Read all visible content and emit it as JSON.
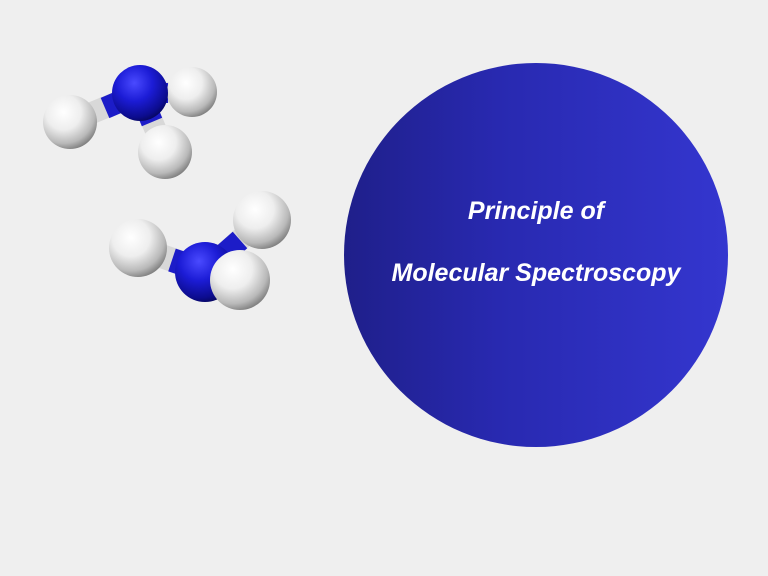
{
  "slide": {
    "background_color": "#efefef",
    "title": {
      "line1": "Principle of",
      "line2": "Molecular Spectroscopy",
      "text_color": "#ffffff"
    },
    "circle": {
      "gradient_start": "#1f1f8a",
      "gradient_end": "#3436cf"
    },
    "illustrations": [
      {
        "name": "ammonia-molecule-1",
        "atoms": [
          "N",
          "H",
          "H",
          "H"
        ]
      },
      {
        "name": "ammonia-molecule-2",
        "atoms": [
          "N",
          "H",
          "H",
          "H"
        ]
      }
    ],
    "atom_colors": {
      "nitrogen": "#1a1ad0",
      "hydrogen": "#ececec"
    }
  }
}
